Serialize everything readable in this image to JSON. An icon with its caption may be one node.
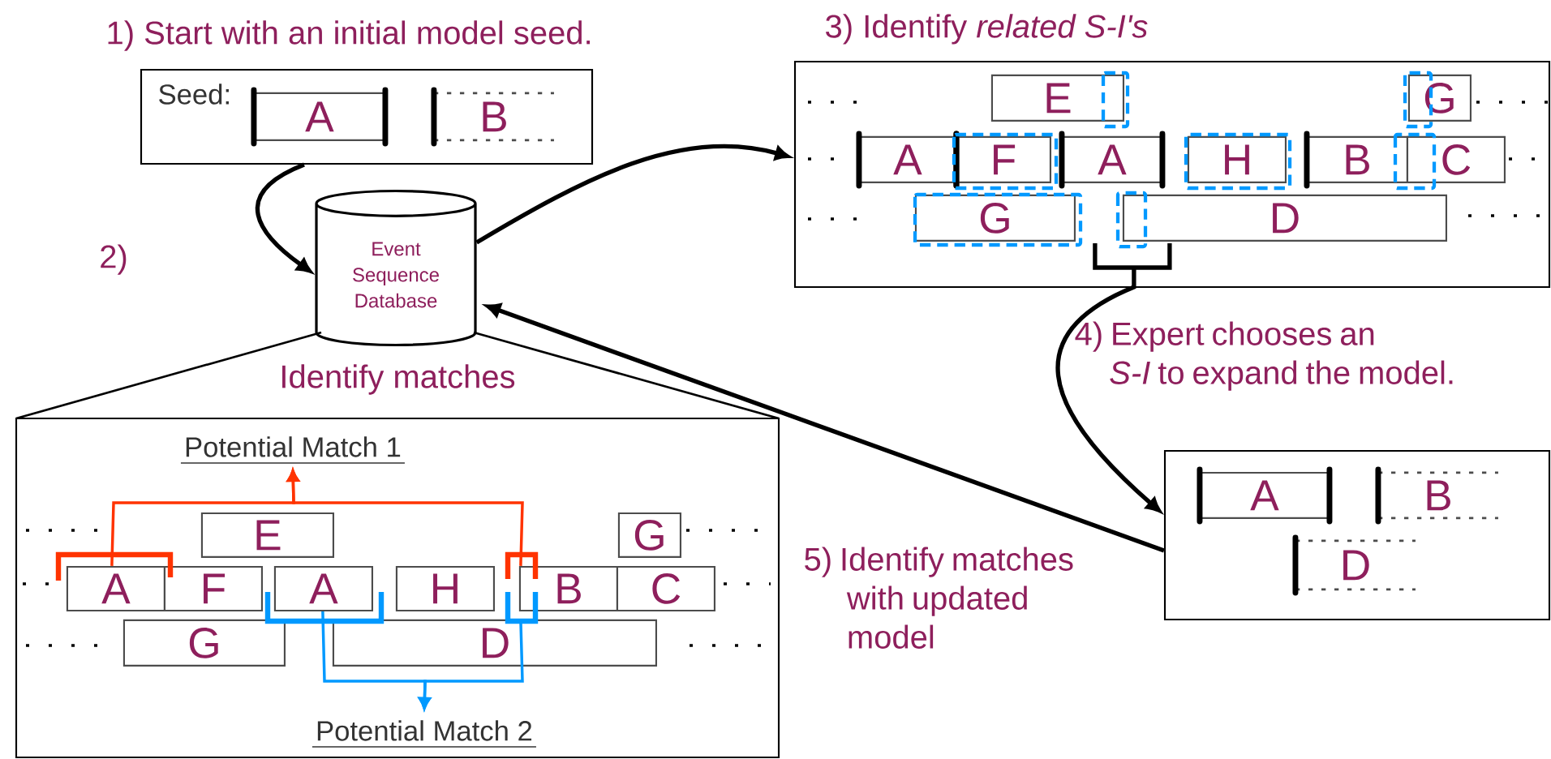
{
  "diagram": {
    "nodes": [
      {
        "text": [
          "1) Start with an initial model seed.",
          "Seed:"
        ]
      },
      {
        "text": [
          "A"
        ],
        "in": 0
      },
      {
        "text": [
          "B"
        ],
        "in": 0
      },
      {
        "text": [
          "Event Sequence Database"
        ]
      },
      {
        "text": [
          "3) Identify *related S-I's*"
        ]
      },
      {
        "text": [
          "E"
        ],
        "in": 4
      },
      {
        "text": [
          "G"
        ],
        "in": 4
      },
      {
        "text": [
          "A"
        ],
        "in": 4
      },
      {
        "text": [
          "F"
        ],
        "in": 4
      },
      {
        "text": [
          "A"
        ],
        "in": 4
      },
      {
        "text": [
          "H"
        ],
        "in": 4
      },
      {
        "text": [
          "B"
        ],
        "in": 4
      },
      {
        "text": [
          "C"
        ],
        "in": 4
      },
      {
        "text": [
          "G"
        ],
        "in": 4
      },
      {
        "text": [
          "D"
        ],
        "in": 4
      },
      {
        "text": [],
        "shape": "box"
      },
      {
        "text": [
          "A"
        ],
        "in": 15
      },
      {
        "text": [
          "B"
        ],
        "in": 15
      },
      {
        "text": [
          "D"
        ],
        "in": 15
      },
      {
        "text": [
          "Identify matches"
        ]
      },
      {
        "text": [
          "Potential Match 1"
        ],
        "in": 19
      },
      {
        "text": [
          "E"
        ],
        "in": 19
      },
      {
        "text": [
          "G"
        ],
        "in": 19
      },
      {
        "text": [
          "A"
        ],
        "in": 19
      },
      {
        "text": [
          "F"
        ],
        "in": 19
      },
      {
        "text": [
          "A"
        ],
        "in": 19
      },
      {
        "text": [
          "H"
        ],
        "in": 19
      },
      {
        "text": [
          "B"
        ],
        "in": 19
      },
      {
        "text": [
          "C"
        ],
        "in": 19
      },
      {
        "text": [
          "G"
        ],
        "in": 19
      },
      {
        "text": [
          "D"
        ],
        "in": 19
      },
      {
        "text": [
          "Potential Match 2"
        ],
        "in": 19
      }
    ],
    "edges": [
      {
        "from": 0,
        "to": 3,
        "arrow": "to"
      },
      {
        "from": 3,
        "to": 4,
        "arrow": "to"
      },
      {
        "from": 14,
        "to": 15,
        "arrow": "to",
        "label": "4) Expert chooses an *S-I* to expand the model."
      },
      {
        "from": 15,
        "to": 3,
        "arrow": "to",
        "label": "5) Identify matches with updated model"
      },
      {
        "from": 23,
        "to": 20,
        "arrow": "to",
        "color": "#ff3300"
      },
      {
        "from": 27,
        "to": 20,
        "arrow": "to",
        "color": "#ff3300"
      },
      {
        "from": 25,
        "to": 31,
        "arrow": "to",
        "color": "#0099ff"
      },
      {
        "from": 30,
        "to": 31,
        "arrow": "to",
        "color": "#0099ff"
      }
    ],
    "labels": [
      "2)"
    ]
  }
}
